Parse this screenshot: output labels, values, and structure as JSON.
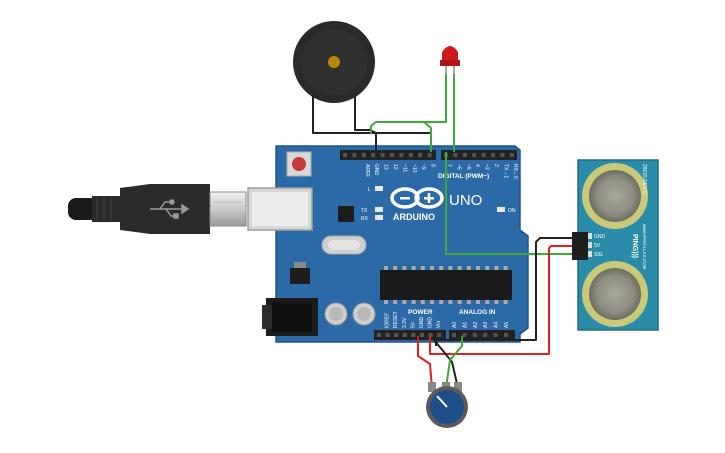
{
  "board": {
    "brand": "ARDUINO",
    "model": "UNO",
    "digital_label": "DIGITAL (PWM~)",
    "power_label": "POWER",
    "analog_label": "ANALOG IN",
    "on_label": "ON",
    "tx_label": "TX",
    "rx_label": "RX",
    "l_label": "L",
    "top_pins": [
      "AREF",
      "GND",
      "13",
      "12",
      "~11",
      "~10",
      "~9",
      "8",
      "7",
      "~6",
      "~5",
      "4",
      "~3",
      "2",
      "TX→1",
      "RX←0"
    ],
    "power_pins": [
      "IOREF",
      "RESET",
      "3.3V",
      "5V",
      "GND",
      "GND",
      "Vin"
    ],
    "analog_pins": [
      "A0",
      "A1",
      "A2",
      "A3",
      "A4",
      "A5"
    ]
  },
  "sensor": {
    "name": "PING)))",
    "part": "28015 REV C",
    "site": "www.PARALLAX.COM",
    "pins": [
      "GND",
      "5V",
      "SIG"
    ]
  },
  "colors": {
    "board": "#2b6aa6",
    "board_dark": "#1f5688",
    "header": "#222222",
    "sensor": "#2a8ba8",
    "wire_black": "#222222",
    "wire_red": "#e02020",
    "wire_green": "#3aaa35",
    "led": "#cc1a1a",
    "buzzer": "#2a2a2a",
    "pot": "#1f4f8a"
  }
}
